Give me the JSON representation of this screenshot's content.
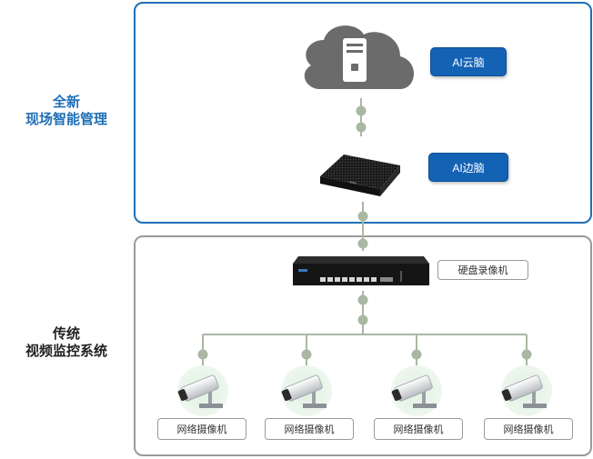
{
  "left_titles": {
    "new_line1": "全新",
    "new_line2": "现场智能管理",
    "legacy_line1": "传统",
    "legacy_line2": "视频监控系统"
  },
  "labels": {
    "cloud_ai": "AI云脑",
    "edge_ai": "AI边脑",
    "nvr": "硬盘录像机",
    "cameras": [
      "网络摄像机",
      "网络摄像机",
      "网络摄像机",
      "网络摄像机"
    ]
  },
  "colors": {
    "accent_blue": "#1462b4",
    "panel_top_border": "#1f6fb6",
    "panel_bottom_border": "#9a9a9a",
    "connector_green": "#a9b7a3",
    "cloud_grey": "#6b6b6b"
  },
  "icons": [
    "cloud-server-icon",
    "edge-box-icon",
    "nvr-icon",
    "camera-icon"
  ]
}
